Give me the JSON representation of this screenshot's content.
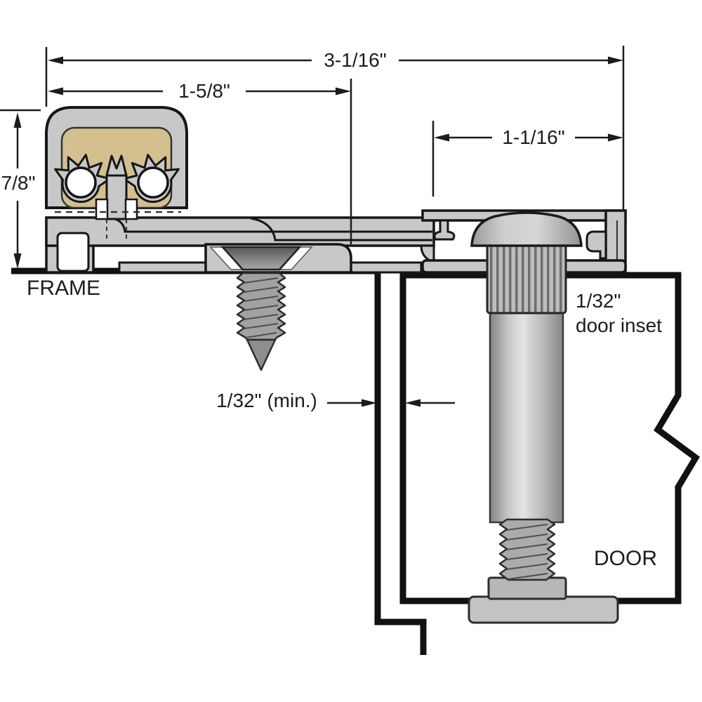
{
  "diagram": {
    "type": "hinge-cross-section-technical-drawing",
    "dims": {
      "overall": "3-1/16\"",
      "frame_leaf": "1-5/8\"",
      "door_leaf": "1-1/16\"",
      "height": "7/8\"",
      "clearance": "1/32\" (min.)",
      "inset_line1": "1/32\"",
      "inset_line2": "door inset"
    },
    "labels": {
      "frame": "FRAME",
      "door": "DOOR"
    },
    "colors": {
      "aluminum": "#c8c8c8",
      "gear_brass": "#d4bf8e",
      "outline": "#161616",
      "steel_dark": "#868686",
      "steel_light": "#e3e3e3",
      "background": "#ffffff"
    }
  }
}
